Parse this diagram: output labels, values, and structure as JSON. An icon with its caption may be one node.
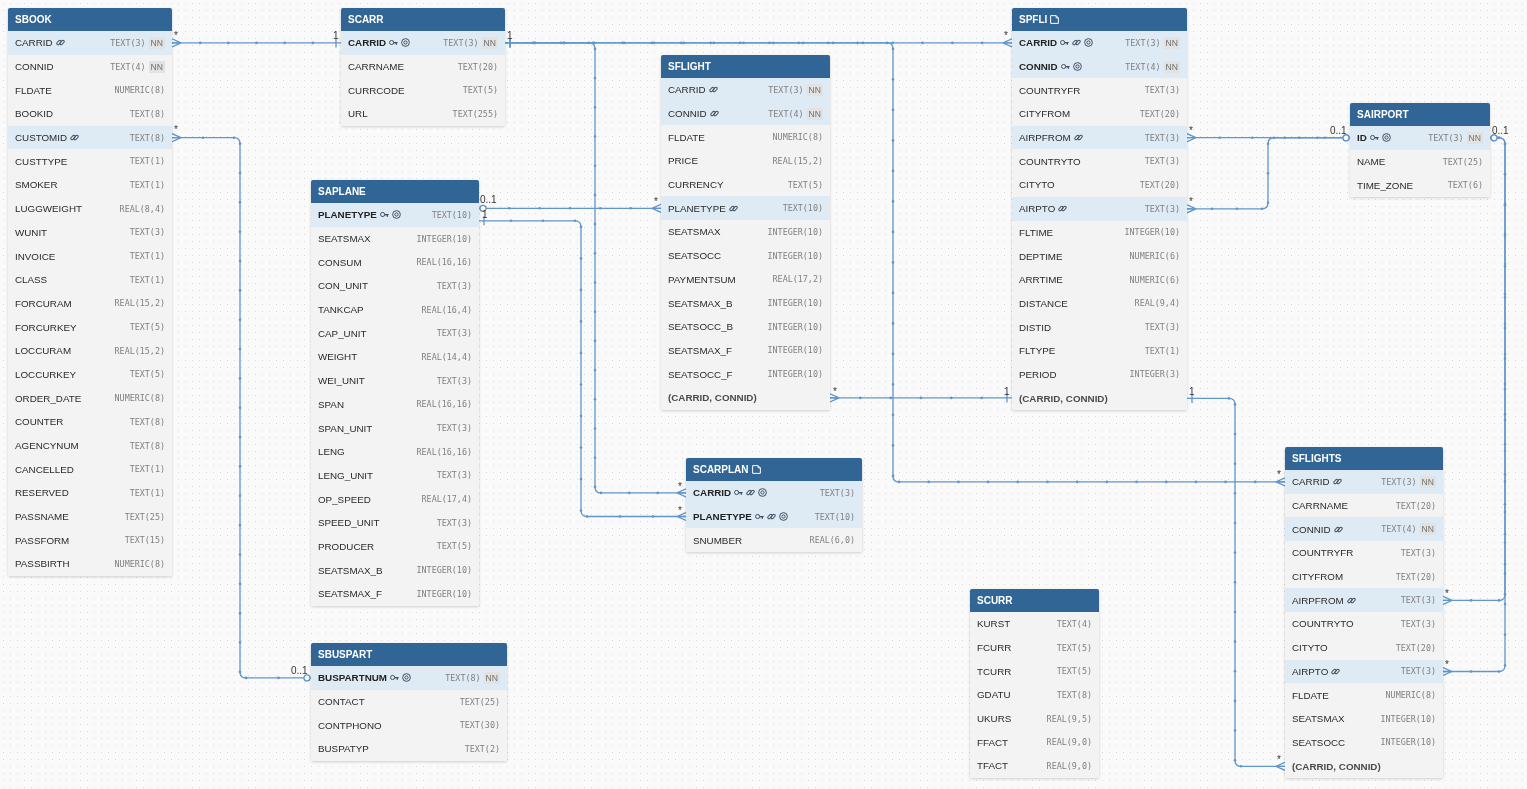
{
  "diagram": {
    "nodes": [
      {
        "text": [
          "SBOOK"
        ]
      },
      {
        "text": [
          "CARRID",
          "TEXT(3)",
          "NN"
        ],
        "in": 0
      },
      {
        "text": [
          "CONNID",
          "TEXT(4)",
          "NN"
        ],
        "in": 0
      },
      {
        "text": [
          "FLDATE",
          "NUMERIC(8)"
        ],
        "in": 0
      },
      {
        "text": [
          "BOOKID",
          "TEXT(8)"
        ],
        "in": 0
      },
      {
        "text": [
          "CUSTOMID",
          "TEXT(8)"
        ],
        "in": 0
      },
      {
        "text": [
          "CUSTTYPE",
          "TEXT(1)"
        ],
        "in": 0
      },
      {
        "text": [
          "SMOKER",
          "TEXT(1)"
        ],
        "in": 0
      },
      {
        "text": [
          "LUGGWEIGHT",
          "REAL(8,4)"
        ],
        "in": 0
      },
      {
        "text": [
          "WUNIT",
          "TEXT(3)"
        ],
        "in": 0
      },
      {
        "text": [
          "INVOICE",
          "TEXT(1)"
        ],
        "in": 0
      },
      {
        "text": [
          "CLASS",
          "TEXT(1)"
        ],
        "in": 0
      },
      {
        "text": [
          "FORCURAM",
          "REAL(15,2)"
        ],
        "in": 0
      },
      {
        "text": [
          "FORCURKEY",
          "TEXT(5)"
        ],
        "in": 0
      },
      {
        "text": [
          "LOCCURAM",
          "REAL(15,2)"
        ],
        "in": 0
      },
      {
        "text": [
          "LOCCURKEY",
          "TEXT(5)"
        ],
        "in": 0
      },
      {
        "text": [
          "ORDER_DATE",
          "NUMERIC(8)"
        ],
        "in": 0
      },
      {
        "text": [
          "COUNTER",
          "TEXT(8)"
        ],
        "in": 0
      },
      {
        "text": [
          "AGENCYNUM",
          "TEXT(8)"
        ],
        "in": 0
      },
      {
        "text": [
          "CANCELLED",
          "TEXT(1)"
        ],
        "in": 0
      },
      {
        "text": [
          "RESERVED",
          "TEXT(1)"
        ],
        "in": 0
      },
      {
        "text": [
          "PASSNAME",
          "TEXT(25)"
        ],
        "in": 0
      },
      {
        "text": [
          "PASSFORM",
          "TEXT(15)"
        ],
        "in": 0
      },
      {
        "text": [
          "PASSBIRTH",
          "NUMERIC(8)"
        ],
        "in": 0
      },
      {
        "text": [
          "SCARR"
        ]
      },
      {
        "text": [
          "CARRID",
          "TEXT(3)",
          "NN"
        ],
        "in": 24
      },
      {
        "text": [
          "CARRNAME",
          "TEXT(20)"
        ],
        "in": 24
      },
      {
        "text": [
          "CURRCODE",
          "TEXT(5)"
        ],
        "in": 24
      },
      {
        "text": [
          "URL",
          "TEXT(255)"
        ],
        "in": 24
      },
      {
        "text": [
          "SAPLANE"
        ]
      },
      {
        "text": [
          "PLANETYPE",
          "TEXT(10)"
        ],
        "in": 29
      },
      {
        "text": [
          "SEATSMAX",
          "INTEGER(10)"
        ],
        "in": 29
      },
      {
        "text": [
          "CONSUM",
          "REAL(16,16)"
        ],
        "in": 29
      },
      {
        "text": [
          "CON_UNIT",
          "TEXT(3)"
        ],
        "in": 29
      },
      {
        "text": [
          "TANKCAP",
          "REAL(16,4)"
        ],
        "in": 29
      },
      {
        "text": [
          "CAP_UNIT",
          "TEXT(3)"
        ],
        "in": 29
      },
      {
        "text": [
          "WEIGHT",
          "REAL(14,4)"
        ],
        "in": 29
      },
      {
        "text": [
          "WEI_UNIT",
          "TEXT(3)"
        ],
        "in": 29
      },
      {
        "text": [
          "SPAN",
          "REAL(16,16)"
        ],
        "in": 29
      },
      {
        "text": [
          "SPAN_UNIT",
          "TEXT(3)"
        ],
        "in": 29
      },
      {
        "text": [
          "LENG",
          "REAL(16,16)"
        ],
        "in": 29
      },
      {
        "text": [
          "LENG_UNIT",
          "TEXT(3)"
        ],
        "in": 29
      },
      {
        "text": [
          "OP_SPEED",
          "REAL(17,4)"
        ],
        "in": 29
      },
      {
        "text": [
          "SPEED_UNIT",
          "TEXT(3)"
        ],
        "in": 29
      },
      {
        "text": [
          "PRODUCER",
          "TEXT(5)"
        ],
        "in": 29
      },
      {
        "text": [
          "SEATSMAX_B",
          "INTEGER(10)"
        ],
        "in": 29
      },
      {
        "text": [
          "SEATSMAX_F",
          "INTEGER(10)"
        ],
        "in": 29
      },
      {
        "text": [
          "SBUSPART"
        ]
      },
      {
        "text": [
          "BUSPARTNUM",
          "TEXT(8)",
          "NN"
        ],
        "in": 47
      },
      {
        "text": [
          "CONTACT",
          "TEXT(25)"
        ],
        "in": 47
      },
      {
        "text": [
          "CONTPHONO",
          "TEXT(30)"
        ],
        "in": 47
      },
      {
        "text": [
          "BUSPATYP",
          "TEXT(2)"
        ],
        "in": 47
      },
      {
        "text": [
          "SFLIGHT"
        ]
      },
      {
        "text": [
          "CARRID",
          "TEXT(3)",
          "NN"
        ],
        "in": 52
      },
      {
        "text": [
          "CONNID",
          "TEXT(4)",
          "NN"
        ],
        "in": 52
      },
      {
        "text": [
          "FLDATE",
          "NUMERIC(8)"
        ],
        "in": 52
      },
      {
        "text": [
          "PRICE",
          "REAL(15,2)"
        ],
        "in": 52
      },
      {
        "text": [
          "CURRENCY",
          "TEXT(5)"
        ],
        "in": 52
      },
      {
        "text": [
          "PLANETYPE",
          "TEXT(10)"
        ],
        "in": 52
      },
      {
        "text": [
          "SEATSMAX",
          "INTEGER(10)"
        ],
        "in": 52
      },
      {
        "text": [
          "SEATSOCC",
          "INTEGER(10)"
        ],
        "in": 52
      },
      {
        "text": [
          "PAYMENTSUM",
          "REAL(17,2)"
        ],
        "in": 52
      },
      {
        "text": [
          "SEATSMAX_B",
          "INTEGER(10)"
        ],
        "in": 52
      },
      {
        "text": [
          "SEATSOCC_B",
          "INTEGER(10)"
        ],
        "in": 52
      },
      {
        "text": [
          "SEATSMAX_F",
          "INTEGER(10)"
        ],
        "in": 52
      },
      {
        "text": [
          "SEATSOCC_F",
          "INTEGER(10)"
        ],
        "in": 52
      },
      {
        "text": [
          "(CARRID, CONNID)"
        ],
        "in": 52
      },
      {
        "text": [
          "SCARPLAN"
        ]
      },
      {
        "text": [
          "CARRID",
          "TEXT(3)"
        ],
        "in": 67
      },
      {
        "text": [
          "PLANETYPE",
          "TEXT(10)"
        ],
        "in": 67
      },
      {
        "text": [
          "SNUMBER",
          "REAL(6,0)"
        ],
        "in": 67
      },
      {
        "text": [
          "SPFLI"
        ]
      },
      {
        "text": [
          "CARRID",
          "TEXT(3)",
          "NN"
        ],
        "in": 71
      },
      {
        "text": [
          "CONNID",
          "TEXT(4)",
          "NN"
        ],
        "in": 71
      },
      {
        "text": [
          "COUNTRYFR",
          "TEXT(3)"
        ],
        "in": 71
      },
      {
        "text": [
          "CITYFROM",
          "TEXT(20)"
        ],
        "in": 71
      },
      {
        "text": [
          "AIRPFROM",
          "TEXT(3)"
        ],
        "in": 71
      },
      {
        "text": [
          "COUNTRYTO",
          "TEXT(3)"
        ],
        "in": 71
      },
      {
        "text": [
          "CITYTO",
          "TEXT(20)"
        ],
        "in": 71
      },
      {
        "text": [
          "AIRPTO",
          "TEXT(3)"
        ],
        "in": 71
      },
      {
        "text": [
          "FLTIME",
          "INTEGER(10)"
        ],
        "in": 71
      },
      {
        "text": [
          "DEPTIME",
          "NUMERIC(6)"
        ],
        "in": 71
      },
      {
        "text": [
          "ARRTIME",
          "NUMERIC(6)"
        ],
        "in": 71
      },
      {
        "text": [
          "DISTANCE",
          "REAL(9,4)"
        ],
        "in": 71
      },
      {
        "text": [
          "DISTID",
          "TEXT(3)"
        ],
        "in": 71
      },
      {
        "text": [
          "FLTYPE",
          "TEXT(1)"
        ],
        "in": 71
      },
      {
        "text": [
          "PERIOD",
          "INTEGER(3)"
        ],
        "in": 71
      },
      {
        "text": [
          "(CARRID, CONNID)"
        ],
        "in": 71
      },
      {
        "text": [
          "SCURR"
        ]
      },
      {
        "text": [
          "KURST",
          "TEXT(4)"
        ],
        "in": 88
      },
      {
        "text": [
          "FCURR",
          "TEXT(5)"
        ],
        "in": 88
      },
      {
        "text": [
          "TCURR",
          "TEXT(5)"
        ],
        "in": 88
      },
      {
        "text": [
          "GDATU",
          "TEXT(8)"
        ],
        "in": 88
      },
      {
        "text": [
          "UKURS",
          "REAL(9,5)"
        ],
        "in": 88
      },
      {
        "text": [
          "FFACT",
          "REAL(9,0)"
        ],
        "in": 88
      },
      {
        "text": [
          "TFACT",
          "REAL(9,0)"
        ],
        "in": 88
      },
      {
        "text": [
          "SAIRPORT"
        ]
      },
      {
        "text": [
          "ID",
          "TEXT(3)",
          "NN"
        ],
        "in": 96
      },
      {
        "text": [
          "NAME",
          "TEXT(25)"
        ],
        "in": 96
      },
      {
        "text": [
          "TIME_ZONE",
          "TEXT(6)"
        ],
        "in": 96
      },
      {
        "text": [
          "SFLIGHTS"
        ]
      },
      {
        "text": [
          "CARRID",
          "TEXT(3)",
          "NN"
        ],
        "in": 100
      },
      {
        "text": [
          "CARRNAME",
          "TEXT(20)"
        ],
        "in": 100
      },
      {
        "text": [
          "CONNID",
          "TEXT(4)",
          "NN"
        ],
        "in": 100
      },
      {
        "text": [
          "COUNTRYFR",
          "TEXT(3)"
        ],
        "in": 100
      },
      {
        "text": [
          "CITYFROM",
          "TEXT(20)"
        ],
        "in": 100
      },
      {
        "text": [
          "AIRPFROM",
          "TEXT(3)"
        ],
        "in": 100
      },
      {
        "text": [
          "COUNTRYTO",
          "TEXT(3)"
        ],
        "in": 100
      },
      {
        "text": [
          "CITYTO",
          "TEXT(20)"
        ],
        "in": 100
      },
      {
        "text": [
          "AIRPTO",
          "TEXT(3)"
        ],
        "in": 100
      },
      {
        "text": [
          "FLDATE",
          "NUMERIC(8)"
        ],
        "in": 100
      },
      {
        "text": [
          "SEATSMAX",
          "INTEGER(10)"
        ],
        "in": 100
      },
      {
        "text": [
          "SEATSOCC",
          "INTEGER(10)"
        ],
        "in": 100
      },
      {
        "text": [
          "(CARRID, CONNID)"
        ],
        "in": 100
      }
    ],
    "edges": [
      {
        "from": 1,
        "to": 25,
        "arrow": "other"
      },
      {
        "from": 5,
        "to": 48,
        "arrow": "other"
      },
      {
        "from": 72,
        "to": 25,
        "arrow": "other"
      },
      {
        "from": 68,
        "to": 25,
        "arrow": "other"
      },
      {
        "from": 101,
        "to": 25,
        "arrow": "other"
      },
      {
        "from": 58,
        "to": 30,
        "arrow": "other"
      },
      {
        "from": 69,
        "to": 30,
        "arrow": "other"
      },
      {
        "from": 66,
        "to": 87,
        "arrow": "other"
      },
      {
        "from": 113,
        "to": 87,
        "arrow": "other"
      },
      {
        "from": 76,
        "to": 97,
        "arrow": "other"
      },
      {
        "from": 79,
        "to": 97,
        "arrow": "other"
      },
      {
        "from": 106,
        "to": 97,
        "arrow": "other"
      },
      {
        "from": 109,
        "to": 97,
        "arrow": "other"
      }
    ],
    "labels": [
      "*",
      "1",
      "1",
      "*",
      "*",
      "*",
      "0..1",
      "0..1",
      "0..1",
      "*",
      "*",
      "1",
      "*",
      "1",
      "1",
      "*",
      "*",
      "*",
      "*",
      "*",
      "0..1",
      "*"
    ]
  }
}
